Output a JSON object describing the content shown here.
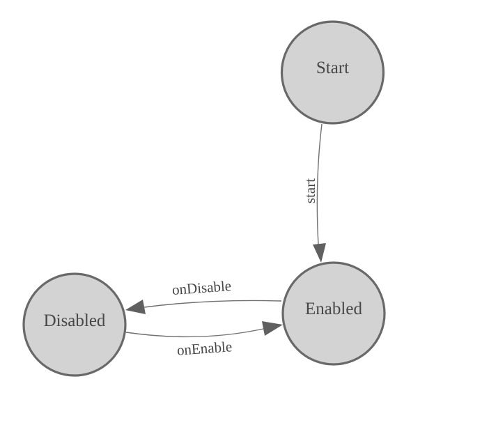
{
  "diagram": {
    "type": "state-machine",
    "nodes": [
      {
        "id": "start",
        "label": "Start"
      },
      {
        "id": "enabled",
        "label": "Enabled"
      },
      {
        "id": "disabled",
        "label": "Disabled"
      }
    ],
    "edges": [
      {
        "from": "Start",
        "to": "Enabled",
        "label": "start"
      },
      {
        "from": "Enabled",
        "to": "Disabled",
        "label": "onDisable"
      },
      {
        "from": "Disabled",
        "to": "Enabled",
        "label": "onEnable"
      }
    ],
    "colors": {
      "background": "#ffffff",
      "node_fill": "#d3d3d3",
      "node_stroke": "#696969",
      "edge_stroke": "#707070",
      "arrow_fill": "#606060",
      "label_color": "#474747"
    }
  }
}
